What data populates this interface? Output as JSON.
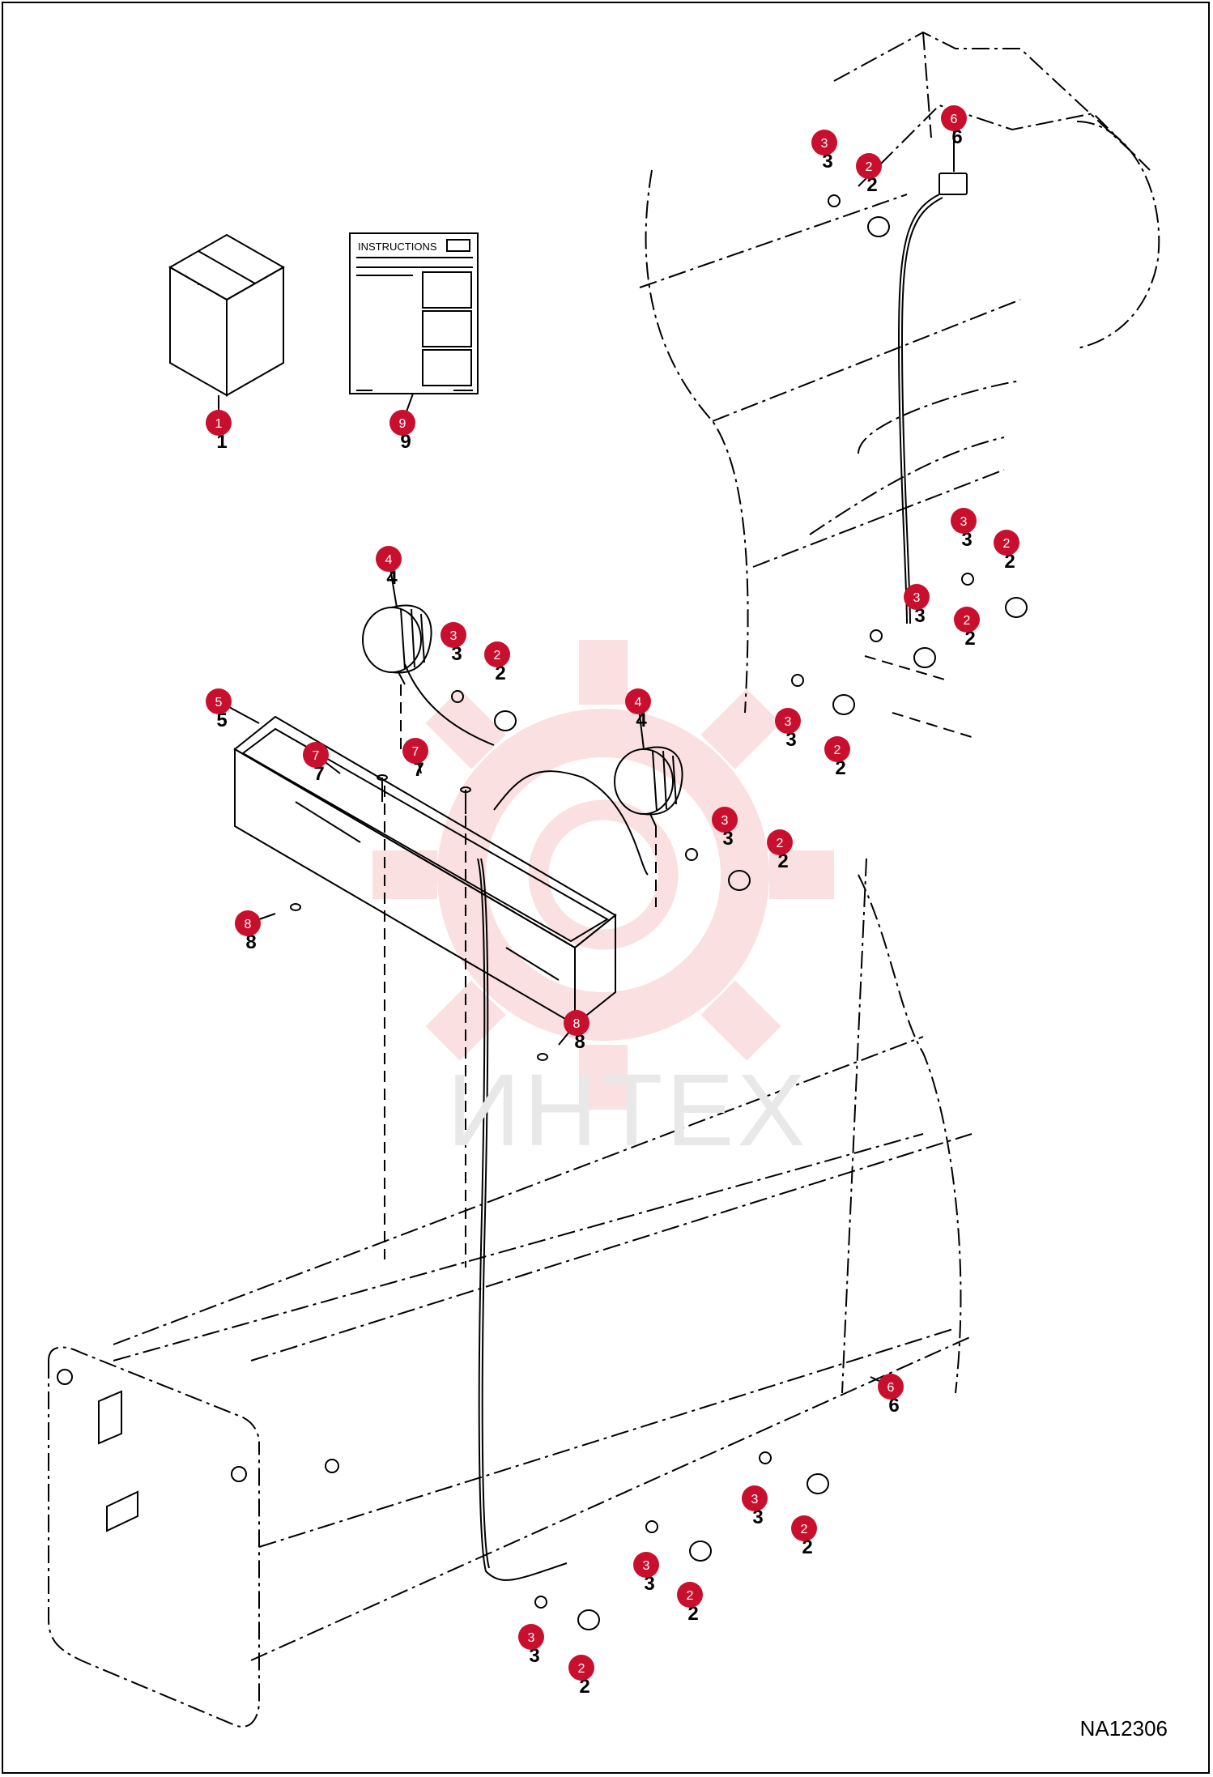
{
  "drawing_id": "NA12306",
  "watermark": "ИНТЕХ",
  "instructions_sheet_title": "INSTRUCTIONS",
  "colors": {
    "callout": "#c8102e",
    "line": "#000000",
    "watermark": "#f7c2c2"
  },
  "callouts": [
    {
      "id": "1",
      "item": "kit-box"
    },
    {
      "id": "9",
      "item": "instruction-sheet"
    },
    {
      "id": "4",
      "item": "work-light-left"
    },
    {
      "id": "4",
      "item": "work-light-right"
    },
    {
      "id": "5",
      "item": "light-bracket"
    },
    {
      "id": "6",
      "item": "harness-connector"
    },
    {
      "id": "6",
      "item": "harness-lower"
    },
    {
      "id": "7",
      "item": "bracket-screw-left"
    },
    {
      "id": "7",
      "item": "bracket-screw-right"
    },
    {
      "id": "8",
      "item": "bracket-nut-left"
    },
    {
      "id": "8",
      "item": "bracket-nut-right"
    },
    {
      "id": "3",
      "item": "clamp"
    },
    {
      "id": "2",
      "item": "tie"
    }
  ]
}
